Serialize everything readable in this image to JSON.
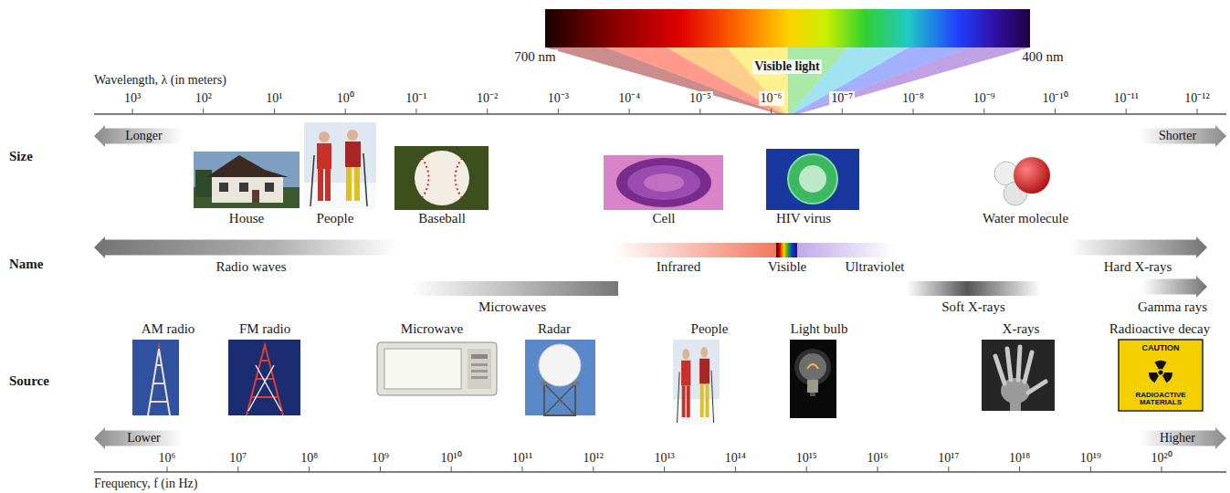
{
  "diagram": {
    "nodes": [
      {
        "text": [
          "Longer"
        ]
      },
      {
        "text": [
          "Shorter"
        ]
      },
      {
        "text": [
          "House"
        ]
      },
      {
        "text": [
          "People"
        ]
      },
      {
        "text": [
          "Baseball"
        ]
      },
      {
        "text": [
          "Cell"
        ]
      },
      {
        "text": [
          "HIV virus"
        ]
      },
      {
        "text": [
          "Water molecule"
        ]
      },
      {
        "text": [
          "Radio waves"
        ]
      },
      {
        "text": [
          "Infrared",
          "Visible",
          "Ultraviolet"
        ]
      },
      {
        "text": [
          "Hard X-rays"
        ]
      },
      {
        "text": [
          "Microwaves"
        ]
      },
      {
        "text": [
          "Soft X-rays"
        ]
      },
      {
        "text": [
          "Gamma rays"
        ]
      },
      {
        "text": [
          "AM radio"
        ]
      },
      {
        "text": [
          "FM radio"
        ]
      },
      {
        "text": [
          "Microwave"
        ]
      },
      {
        "text": [
          "Radar"
        ]
      },
      {
        "text": [
          "People"
        ]
      },
      {
        "text": [
          "Light bulb"
        ]
      },
      {
        "text": [
          "X-rays"
        ]
      },
      {
        "text": [
          "Radioactive decay"
        ]
      },
      {
        "text": [
          "Lower"
        ]
      },
      {
        "text": [
          "Higher"
        ]
      }
    ],
    "labels": [
      "700 nm",
      "Visible light",
      "400 nm",
      "Wavelength, λ (in meters)",
      "10³",
      "10²",
      "10¹",
      "10⁰",
      "10⁻¹",
      "10⁻²",
      "10⁻³",
      "10⁻⁴",
      "10⁻⁵",
      "10⁻⁶",
      "10⁻⁷",
      "10⁻⁸",
      "10⁻⁹",
      "10⁻¹⁰",
      "10⁻¹¹",
      "10⁻¹²",
      "Size",
      "Name",
      "Source",
      "CAUTION",
      "RADIOACTIVE MATERIALS",
      "10⁶",
      "10⁷",
      "10⁸",
      "10⁹",
      "10¹⁰",
      "10¹¹",
      "10¹²",
      "10¹³",
      "10¹⁴",
      "10¹⁵",
      "10¹⁶",
      "10¹⁷",
      "10¹⁸",
      "10¹⁹",
      "10²⁰",
      "Frequency, f (in Hz)"
    ]
  }
}
